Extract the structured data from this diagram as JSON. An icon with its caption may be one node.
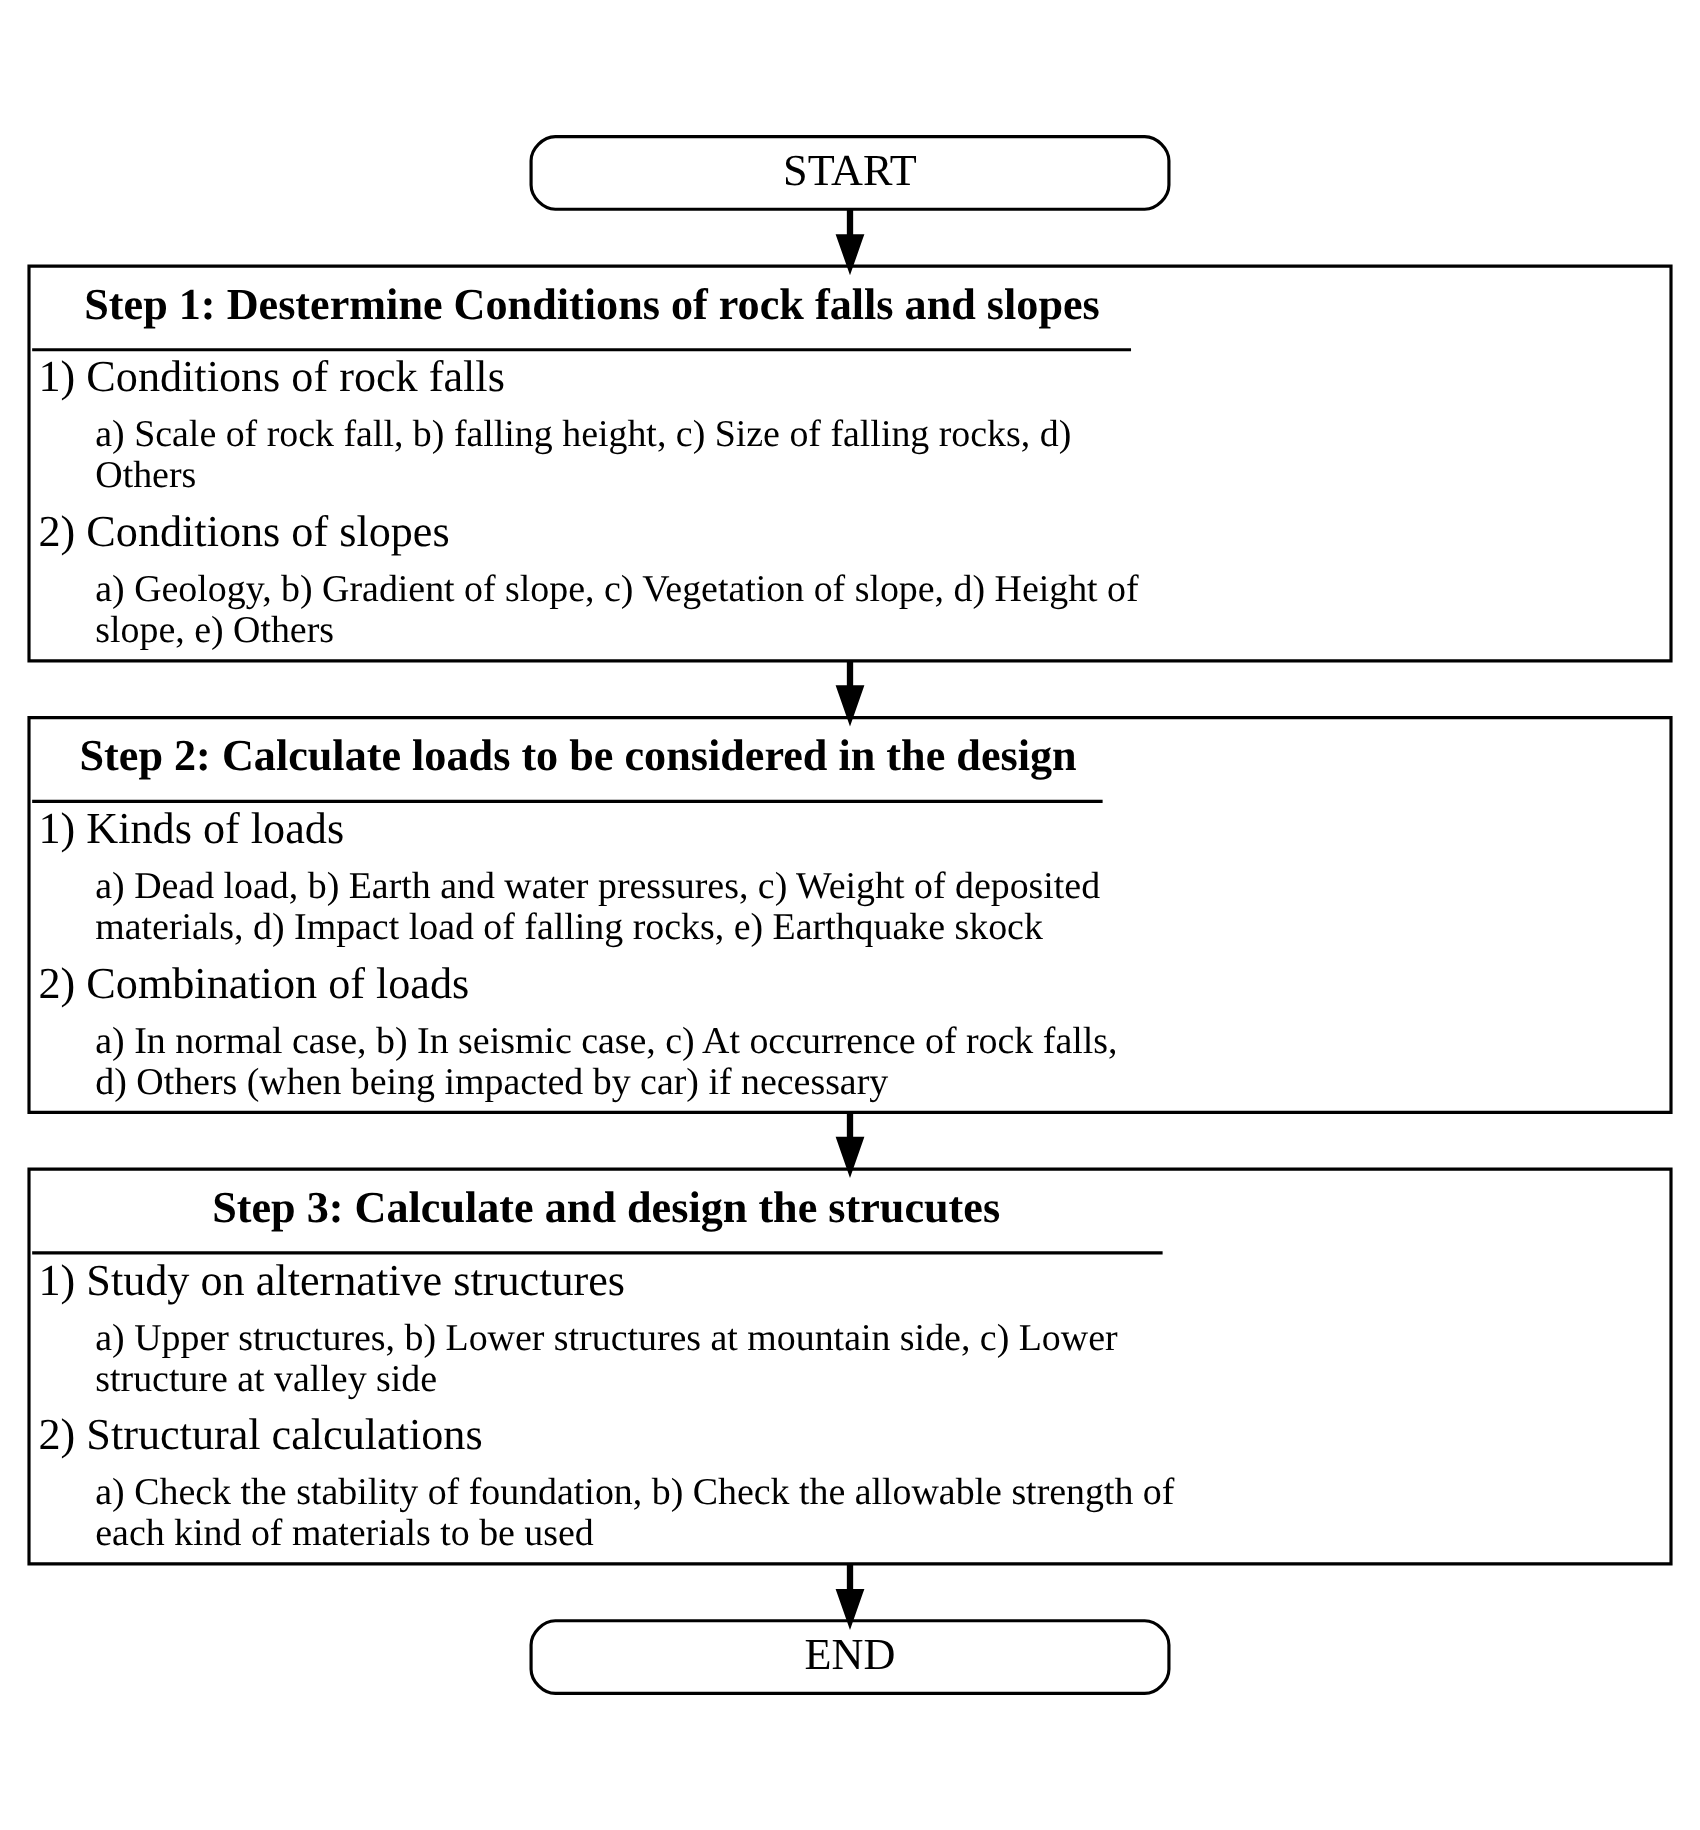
{
  "diagram": {
    "nodes": [
      {
        "text": [
          "START"
        ]
      },
      {
        "text": [
          "Step 1: Destermine Conditions of rock falls and slopes",
          "1) Conditions of rock falls",
          "a) Scale of rock fall, b) falling height, c) Size of falling rocks, d) Others",
          "2) Conditions of slopes",
          "a) Geology, b) Gradient of slope, c) Vegetation of slope, d) Height of slope, e) Others"
        ]
      },
      {
        "text": [
          "Step 2: Calculate loads to be considered in the design",
          "1) Kinds of loads",
          "a) Dead load, b) Earth and water pressures, c) Weight of deposited materials, d) Impact load of falling rocks, e) Earthquake skock",
          "2) Combination of loads",
          "a) In normal case, b) In seismic case, c) At occurrence of rock falls, d) Others (when being impacted by car) if necessary"
        ]
      },
      {
        "text": [
          "Step 3: Calculate and design the strucutes",
          "1) Study on alternative structures",
          "a) Upper structures, b) Lower structures at mountain side, c) Lower structure at valley side",
          "2) Structural calculations",
          "a) Check the stability of foundation, b) Check the allowable strength of each kind of materials to be used"
        ]
      },
      {
        "text": [
          "END"
        ]
      }
    ],
    "edges": [
      {
        "from": 0,
        "to": 1,
        "arrow": "to"
      },
      {
        "from": 1,
        "to": 2,
        "arrow": "to"
      },
      {
        "from": 2,
        "to": 3,
        "arrow": "to"
      },
      {
        "from": 3,
        "to": 4,
        "arrow": "to"
      }
    ]
  }
}
